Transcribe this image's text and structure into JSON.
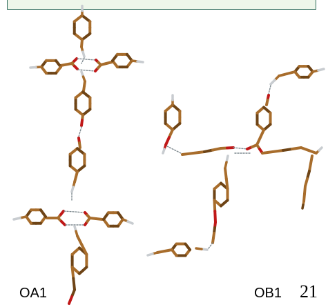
{
  "labels": {
    "left_structure": "OA1",
    "right_structure": "OB1"
  },
  "page_number": "21",
  "colors": {
    "carbon": "#a86d2c",
    "carbon_dark": "#6e4416",
    "hydrogen": "#c8ccd0",
    "oxygen": "#c01818",
    "hbond": "#7f8a90",
    "box_border": "#2e6b5b",
    "box_fill": "#eef6ea"
  }
}
